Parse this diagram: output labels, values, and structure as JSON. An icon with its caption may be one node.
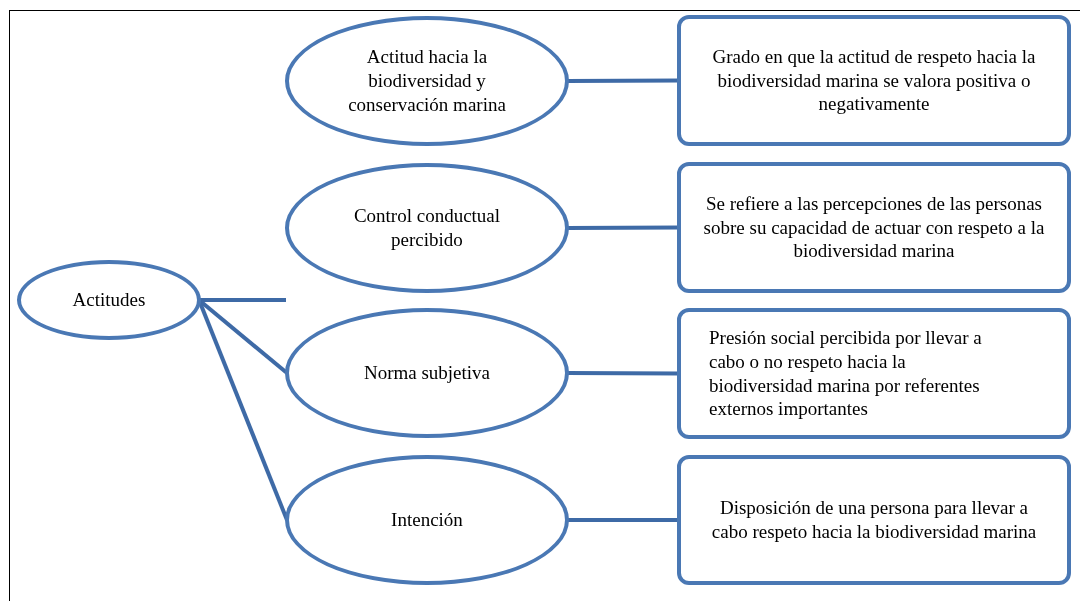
{
  "diagram": {
    "nodes": [
      {
        "text": [
          "Actitudes"
        ]
      },
      {
        "text": [
          "Actitud hacia la biodiversidad y conservación marina"
        ]
      },
      {
        "text": [
          "Grado en que la actitud de respeto hacia la biodiversidad marina se valora positiva o negativamente"
        ]
      },
      {
        "text": [
          "Control conductual percibido"
        ]
      },
      {
        "text": [
          "Se refiere a las percepciones de las personas sobre su capacidad de actuar con respeto a la biodiversidad marina"
        ]
      },
      {
        "text": [
          "Norma subjetiva"
        ]
      },
      {
        "text": [
          "Presión social percibida por llevar a cabo o no respeto hacia la biodiversidad marina por referentes externos importantes"
        ]
      },
      {
        "text": [
          "Intención"
        ]
      },
      {
        "text": [
          "Disposición de una persona para llevar a cabo respeto hacia la biodiversidad marina"
        ]
      }
    ],
    "edges": [
      {
        "from": 0,
        "to": 3,
        "arrow": "none"
      },
      {
        "from": 0,
        "to": 5,
        "arrow": "none"
      },
      {
        "from": 0,
        "to": 7,
        "arrow": "none"
      },
      {
        "from": 1,
        "to": 2,
        "arrow": "none"
      },
      {
        "from": 3,
        "to": 4,
        "arrow": "none"
      },
      {
        "from": 5,
        "to": 6,
        "arrow": "none"
      },
      {
        "from": 7,
        "to": 8,
        "arrow": "none"
      }
    ]
  }
}
